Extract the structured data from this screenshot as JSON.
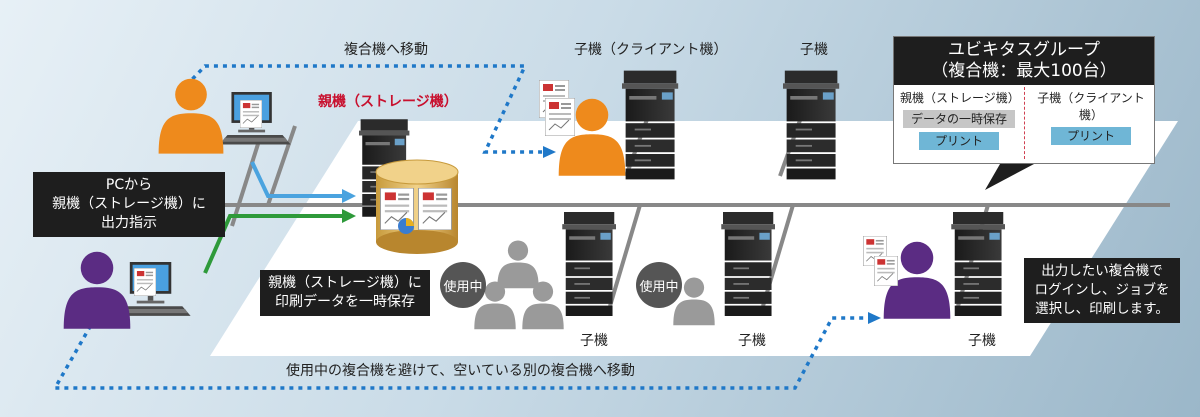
{
  "diagram": {
    "labels": {
      "move_top": "複合機へ移動",
      "parent": "親機（ストレージ機）",
      "child_client": "子機（クライアント機）",
      "child_top_right": "子機",
      "child_bottom_1": "子機",
      "child_bottom_2": "子機",
      "child_bottom_3": "子機",
      "move_bottom": "使用中の複合機を避けて、空いている別の複合機へ移動"
    },
    "callouts": {
      "pc_instruction": [
        "PCから",
        "親機（ストレージ機）に",
        "出力指示"
      ],
      "storage_save": [
        "親機（ストレージ機）に",
        "印刷データを一時保存"
      ],
      "user_action": [
        "出力したい複合機で",
        "ログインし、ジョブを",
        "選択し、印刷します。"
      ]
    },
    "in_use_badges": [
      "使用中",
      "使用中"
    ],
    "group_card": {
      "title_line1": "ユビキタスグループ",
      "title_line2": "（複合機：最大100台）",
      "left_col_title": "親機（ストレージ機）",
      "left_chip_1": "データの一時保存",
      "left_chip_2": "プリント",
      "right_col_title": "子機（クライアント機）",
      "right_chip_1": "プリント"
    },
    "colors": {
      "orange_user": "#ee8a1c",
      "purple_user": "#5b2c83",
      "dotted_path": "#1f78c8",
      "arrow_blue": "#4aa3df",
      "arrow_green": "#2e9a3a",
      "network_line": "#888888"
    }
  }
}
